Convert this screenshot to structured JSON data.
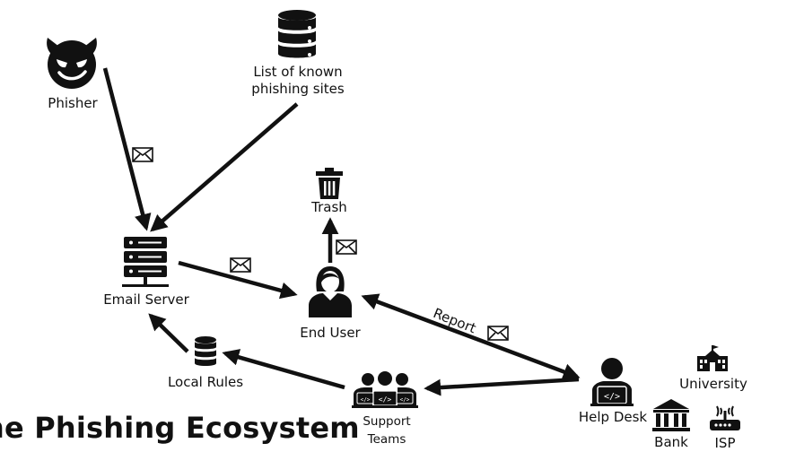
{
  "title": "he Phishing Ecosystem",
  "nodes": {
    "phisher": {
      "label": "Phisher",
      "icon": "devil-face-icon"
    },
    "known_sites": {
      "label": "List of known phishing sites",
      "icon": "database-icon"
    },
    "trash": {
      "label": "Trash",
      "icon": "trash-can-icon"
    },
    "email_server": {
      "label": "Email Server",
      "icon": "server-rack-icon"
    },
    "end_user": {
      "label": "End User",
      "icon": "user-woman-icon"
    },
    "local_rules": {
      "label": "Local Rules",
      "icon": "database-icon"
    },
    "support_teams": {
      "label": "Support Teams",
      "icon": "team-laptops-icon"
    },
    "help_desk": {
      "label": "Help Desk",
      "icon": "user-laptop-icon"
    },
    "university": {
      "label": "University",
      "icon": "university-building-icon"
    },
    "bank": {
      "label": "Bank",
      "icon": "bank-icon"
    },
    "isp": {
      "label": "ISP",
      "icon": "router-icon"
    }
  },
  "edges": [
    {
      "from": "phisher",
      "to": "email_server",
      "envelope": true
    },
    {
      "from": "known_sites",
      "to": "email_server",
      "envelope": false
    },
    {
      "from": "email_server",
      "to": "end_user",
      "envelope": true
    },
    {
      "from": "end_user",
      "to": "trash",
      "envelope": true
    },
    {
      "from": "end_user",
      "to": "help_desk",
      "envelope": true,
      "label": "Report",
      "bidirectional": true
    },
    {
      "from": "help_desk",
      "to": "support_teams",
      "envelope": false
    },
    {
      "from": "support_teams",
      "to": "local_rules",
      "envelope": false
    },
    {
      "from": "local_rules",
      "to": "email_server",
      "envelope": false
    }
  ],
  "colors": {
    "ink": "#111111",
    "background": "#ffffff"
  }
}
